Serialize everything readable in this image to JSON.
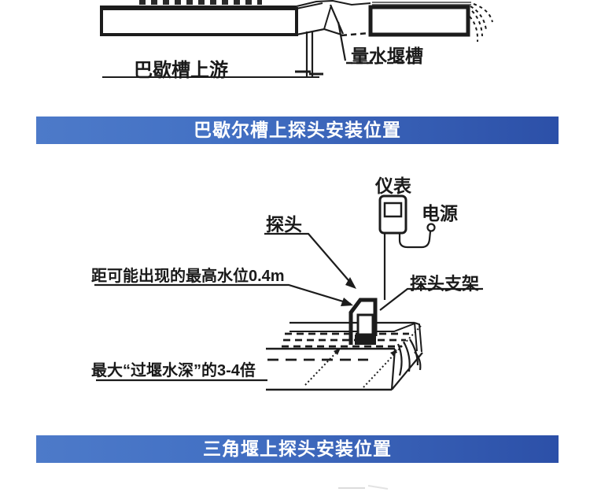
{
  "colors": {
    "line": "#1c1c1c",
    "banner_gradient_left": "#4d7ac9",
    "banner_gradient_right": "#2c50a8",
    "banner_text": "#ffffff",
    "label_text": "#1a1a1a"
  },
  "banners": [
    {
      "label": "巴歇尔槽上探头安装位置"
    },
    {
      "label": "三角堰上探头安装位置"
    }
  ],
  "figure_parshall": {
    "labels": {
      "upstream": "巴歇槽上游",
      "weir_flume": "量水堰槽"
    }
  },
  "figure_weir": {
    "labels": {
      "instrument": "仪表",
      "power": "电源",
      "probe": "探头",
      "probe_bracket": "探头支架",
      "max_level_distance": "距可能出现的最高水位0.4m",
      "depth_note": "最大“过堰水深”的3-4倍"
    }
  }
}
